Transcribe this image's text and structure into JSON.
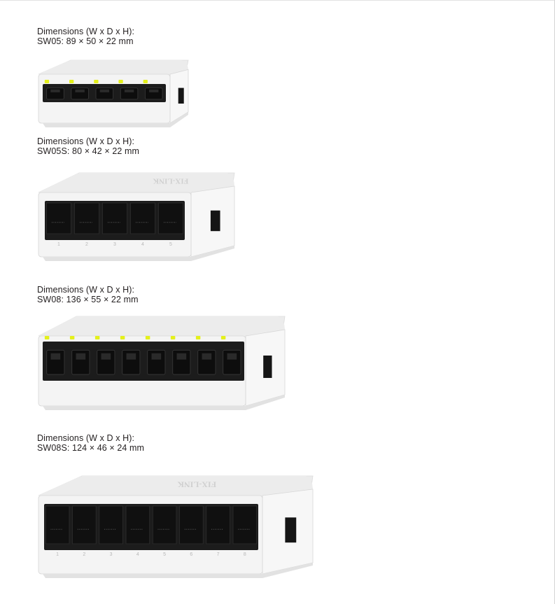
{
  "products": [
    {
      "dimensions_label": "Dimensions (W x D x H):",
      "spec": "SW05: 89 × 50 × 22 mm",
      "ports": 5,
      "leds": true,
      "brand_mark": "",
      "port_numbers": []
    },
    {
      "dimensions_label": "Dimensions (W x D x H):",
      "spec": "SW05S: 80 × 42 × 22 mm",
      "ports": 5,
      "leds": false,
      "brand_mark": "FIX-LINK",
      "port_numbers": [
        "1",
        "2",
        "3",
        "4",
        "5"
      ]
    },
    {
      "dimensions_label": "Dimensions (W x D x H):",
      "spec": "SW08: 136 × 55 × 22 mm",
      "ports": 8,
      "leds": true,
      "brand_mark": "",
      "port_numbers": []
    },
    {
      "dimensions_label": "Dimensions (W x D x H):",
      "spec": "SW08S: 124 × 46 × 24 mm",
      "ports": 8,
      "leds": false,
      "brand_mark": "FIX-LINK",
      "port_numbers": [
        "1",
        "2",
        "3",
        "4",
        "5",
        "6",
        "7",
        "8"
      ]
    }
  ],
  "colors": {
    "body": "#f4f4f4",
    "top": "#ececec",
    "port_face": "#1c1c1c",
    "led": "#e4f01c",
    "text": "#231f20"
  }
}
